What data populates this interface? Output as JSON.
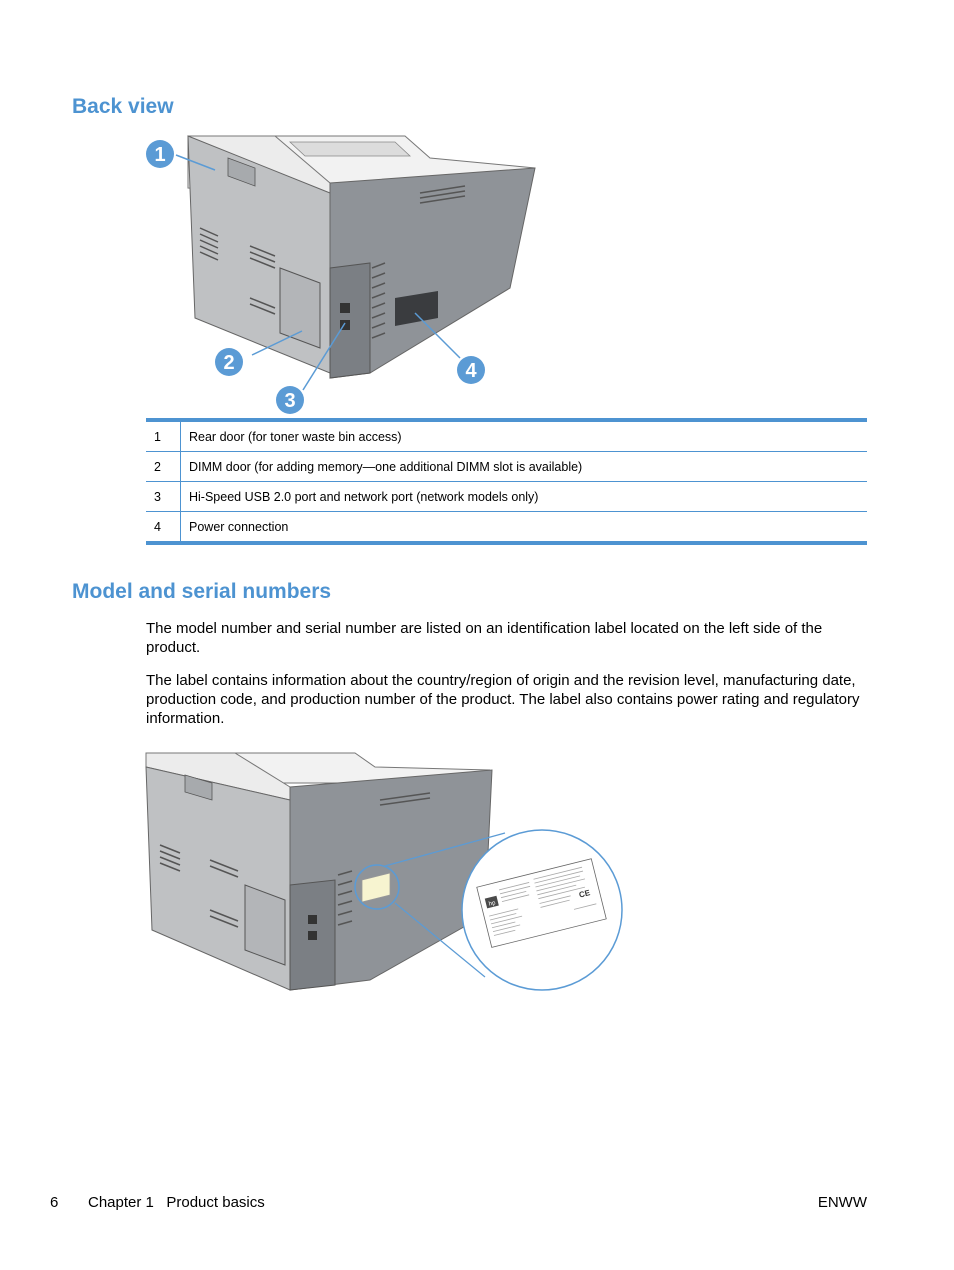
{
  "sections": {
    "back_view": {
      "title": "Back view",
      "callouts": [
        "1",
        "2",
        "3",
        "4"
      ],
      "legend": [
        {
          "num": "1",
          "desc": "Rear door (for toner waste bin access)"
        },
        {
          "num": "2",
          "desc": "DIMM door (for adding memory—one additional DIMM slot is available)"
        },
        {
          "num": "3",
          "desc": "Hi-Speed USB 2.0 port and network port (network models only)"
        },
        {
          "num": "4",
          "desc": "Power connection"
        }
      ]
    },
    "model_serial": {
      "title": "Model and serial numbers",
      "paragraphs": [
        "The model number and serial number are listed on an identification label located on the left side of the product.",
        "The label contains information about the country/region of origin and the revision level, manufacturing date, production code, and production number of the product. The label also contains power rating and regulatory information."
      ],
      "label_logo": "hp",
      "label_mark": "CE"
    }
  },
  "footer": {
    "page_number": "6",
    "chapter": "Chapter 1   Product basics",
    "right": "ENWW"
  },
  "colors": {
    "accent": "#4d93d1",
    "callout": "#5b9bd5"
  }
}
